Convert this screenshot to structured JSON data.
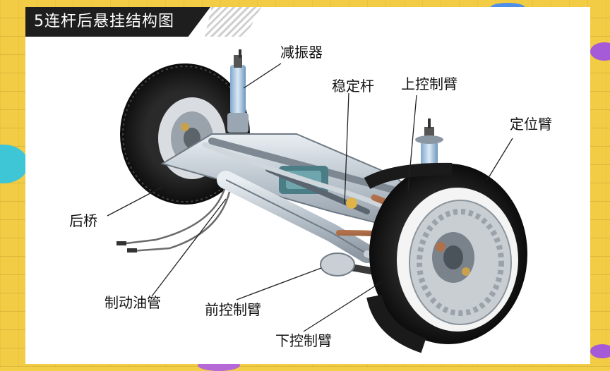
{
  "title": "5连杆后悬挂结构图",
  "labels": {
    "shock_absorber": "减振器",
    "stabilizer_bar": "稳定杆",
    "upper_control_arm": "上控制臂",
    "trailing_arm": "定位臂",
    "rear_axle": "后桥",
    "brake_line": "制动油管",
    "front_control_arm": "前控制臂",
    "lower_control_arm": "下控制臂"
  },
  "colors": {
    "background": "#f2cc44",
    "title_bar": "#1e1e1e",
    "title_text": "#ffffff",
    "card": "#ffffff",
    "accent_cyan": "#3ec5d6",
    "accent_purple": "#a55ad8",
    "accent_blue": "#4f8fe8"
  }
}
